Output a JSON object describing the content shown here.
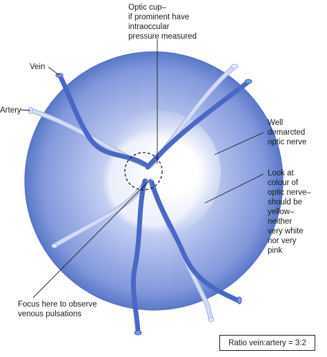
{
  "labels": {
    "vein": "Vein",
    "artery": "Artery",
    "optic_cup": [
      "Optic cup–",
      "if prominent have",
      "intraoccular",
      "pressure measured"
    ],
    "optic_nerve": [
      "Well",
      "demarcted",
      "optic nerve"
    ],
    "colour": [
      "Look at",
      "colour of",
      "optic nerve–",
      "should be",
      "yellow–",
      "neither",
      "very white",
      "nor very",
      "pink"
    ],
    "focus": [
      "Focus here to observe",
      "venous pulsations"
    ]
  },
  "ratio_text": "Ratio vein:artery = 3:2",
  "colors": {
    "retina_edge": "#5a78c8",
    "retina_mid": "#a9b8ea",
    "disc_center": "#ffffff",
    "vein": "#4a68c4",
    "artery": "#c9d3f2",
    "artery_edge": "#9fb0e2"
  }
}
